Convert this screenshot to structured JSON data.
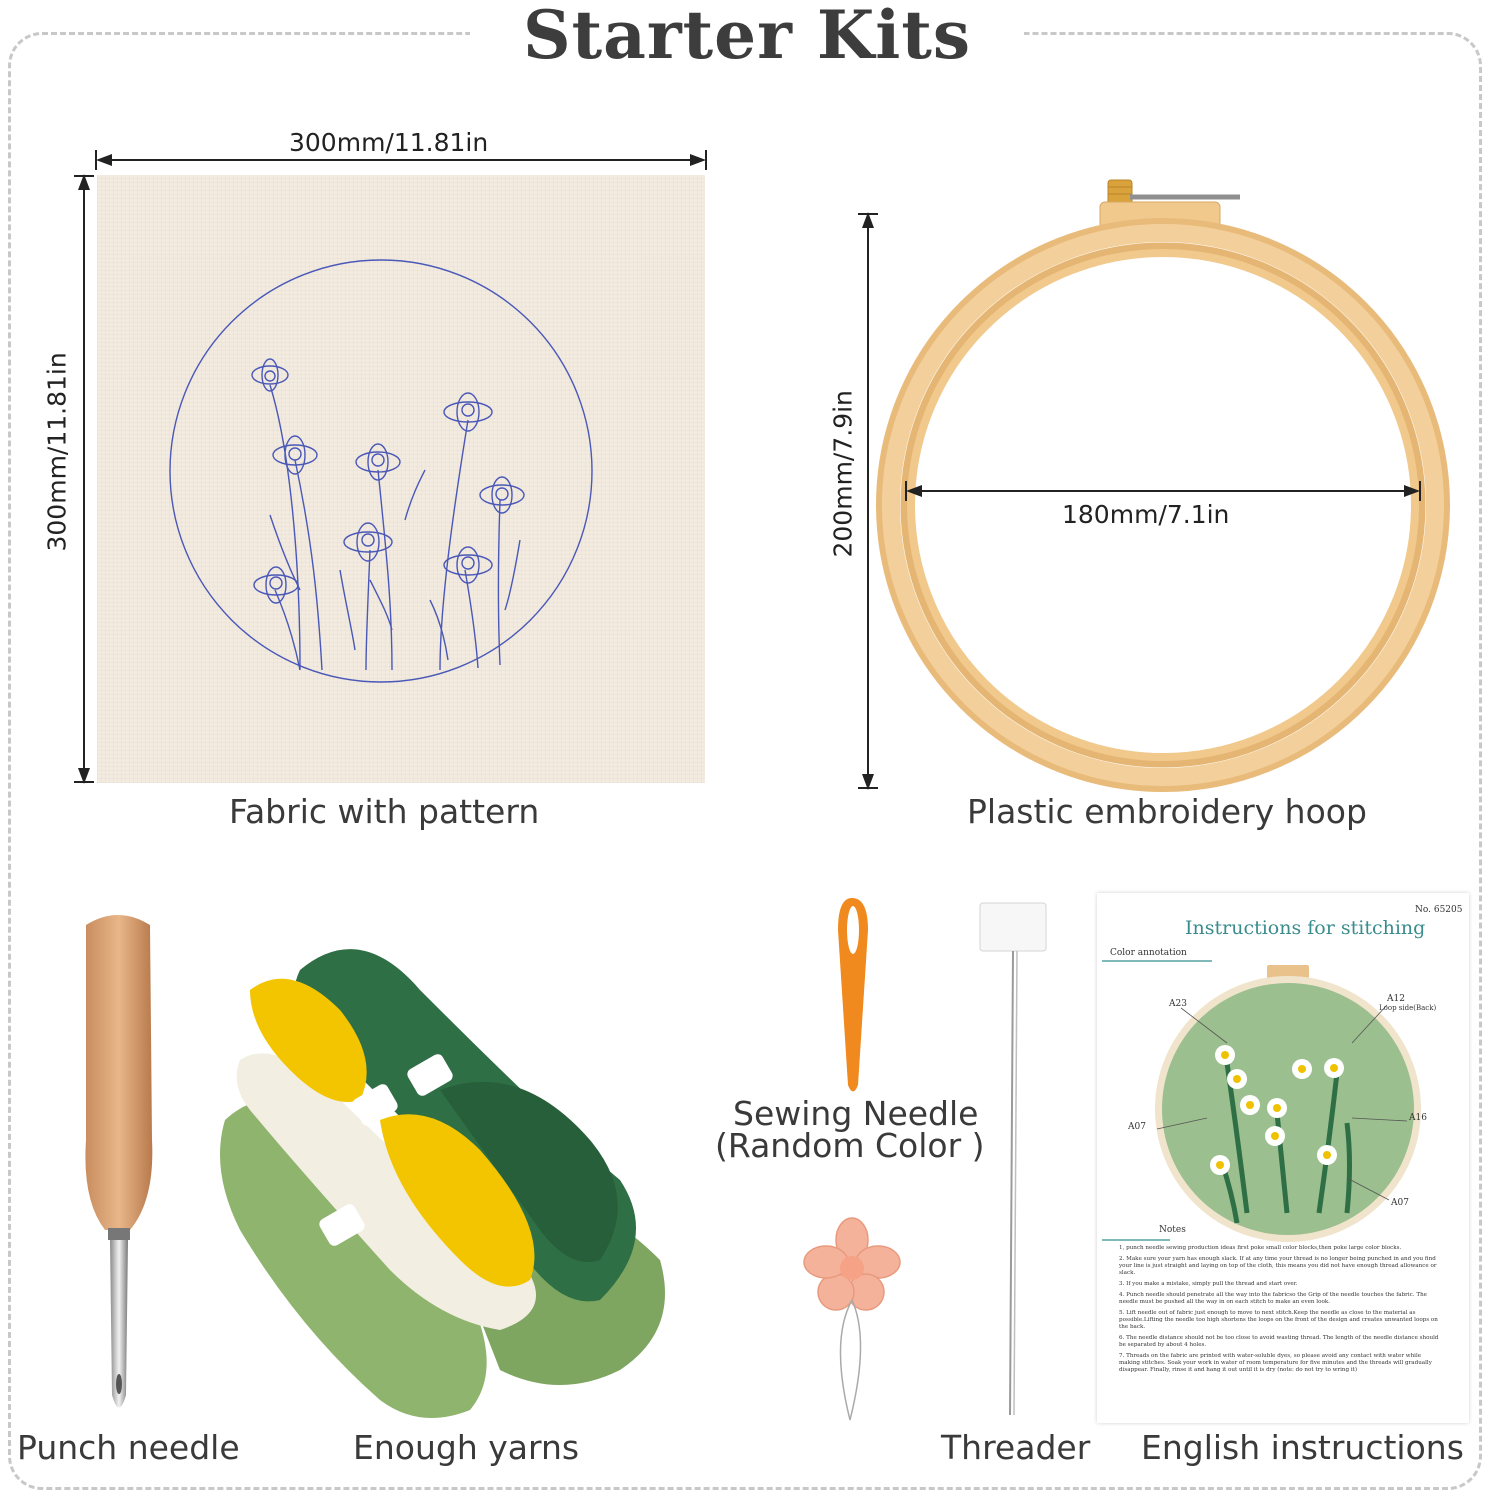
{
  "title": "Starter Kits",
  "items": {
    "fabric": {
      "label": "Fabric with pattern",
      "width_dim": "300mm/11.81in",
      "height_dim": "300mm/11.81in"
    },
    "hoop": {
      "label": "Plastic embroidery hoop",
      "height_dim": "200mm/7.9in",
      "inner_dim": "180mm/7.1in"
    },
    "punch_needle": {
      "label": "Punch needle"
    },
    "yarns": {
      "label": "Enough yarns"
    },
    "sewing_needle": {
      "label_line1": "Sewing Needle",
      "label_line2": "(Random  Color )"
    },
    "threader": {
      "label": "Threader"
    },
    "instructions": {
      "label": "English instructions",
      "sheet": {
        "number": "No. 65205",
        "heading": "Instructions for stitching",
        "color_annotation": "Color annotation",
        "codes": [
          "A23",
          "A12",
          "Loop side(Back)",
          "A07",
          "A16",
          "A07"
        ],
        "notes_title": "Notes",
        "notes": [
          "1, punch needle sewing production ideas first poke small color blocks,then poke large color blocks.",
          "2. Make sure your yarn has enough slack. If at any time your thread is no longer being punched in and you find your line is just straight and laying on top of the cloth, this means you did not have enough thread allowance or slack.",
          "3. If you make a mistake, simply pull the thread and start over.",
          "4. Punch needle should penetrate all the way into the fabricso the Grip of the needle touches the fabric. The needle must be pushed all the way in on each stitch to make an even look.",
          "5. Lift needle out of fabric just enough to move to next stitch.Keep the needle as close to the material as possible.Lifting the needle too high shortens the loops on the front of the design and creates unwanted loops on the back.",
          "6. The needle distance should not be too close to avoid wasting thread. The length of the needle distance should be separated by about 4 holes.",
          "7. Threads on the fabric are printed with water-soluble dyes, so please avoid any contact with water while making stitches. Soak your work in water of room temperature for five minutes and the threads will gradually disappear. Finally, rinse it and hang it out until it is dry (note: do not try to wring it)"
        ]
      }
    }
  },
  "colors": {
    "fabric": "#f3ebe0",
    "pattern_line": "#4a58b8",
    "hoop": "#f1c98c",
    "yarn_yellow": "#f2c500",
    "yarn_dark_green": "#2f6f45",
    "yarn_light_green": "#8fb46e",
    "needle_orange": "#f08a1e",
    "threader_pink": "#f4b29a"
  }
}
